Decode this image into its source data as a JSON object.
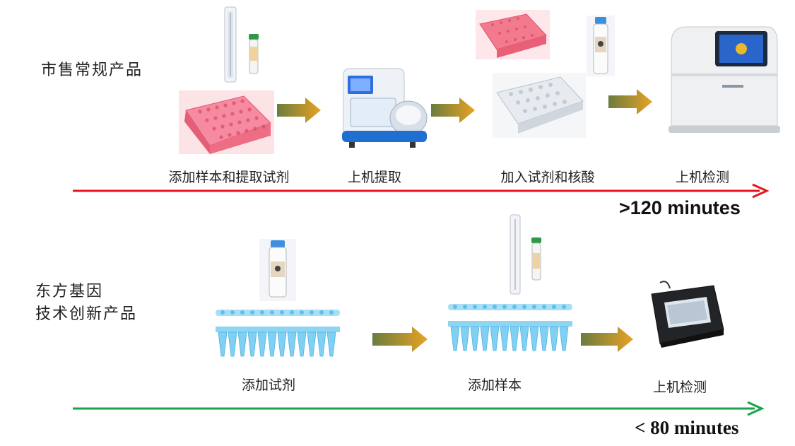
{
  "conventional": {
    "title": "市售常规产品",
    "steps": [
      "添加样本和提取试剂",
      "上机提取",
      "加入试剂和核酸",
      "上机检测"
    ],
    "duration": ">120 minutes",
    "line_color": "#e8141c"
  },
  "innovative": {
    "title_line1": "东方基因",
    "title_line2": "技术创新产品",
    "steps": [
      "添加试剂",
      "添加样本",
      "上机检测"
    ],
    "duration": "< 80 minutes",
    "line_color": "#16a34a"
  },
  "colors": {
    "arrow_body_start": "#6b7c3f",
    "arrow_body_end": "#e7a223",
    "red_plate": "#f27a8c",
    "strip_blue": "#7fd0f2"
  }
}
